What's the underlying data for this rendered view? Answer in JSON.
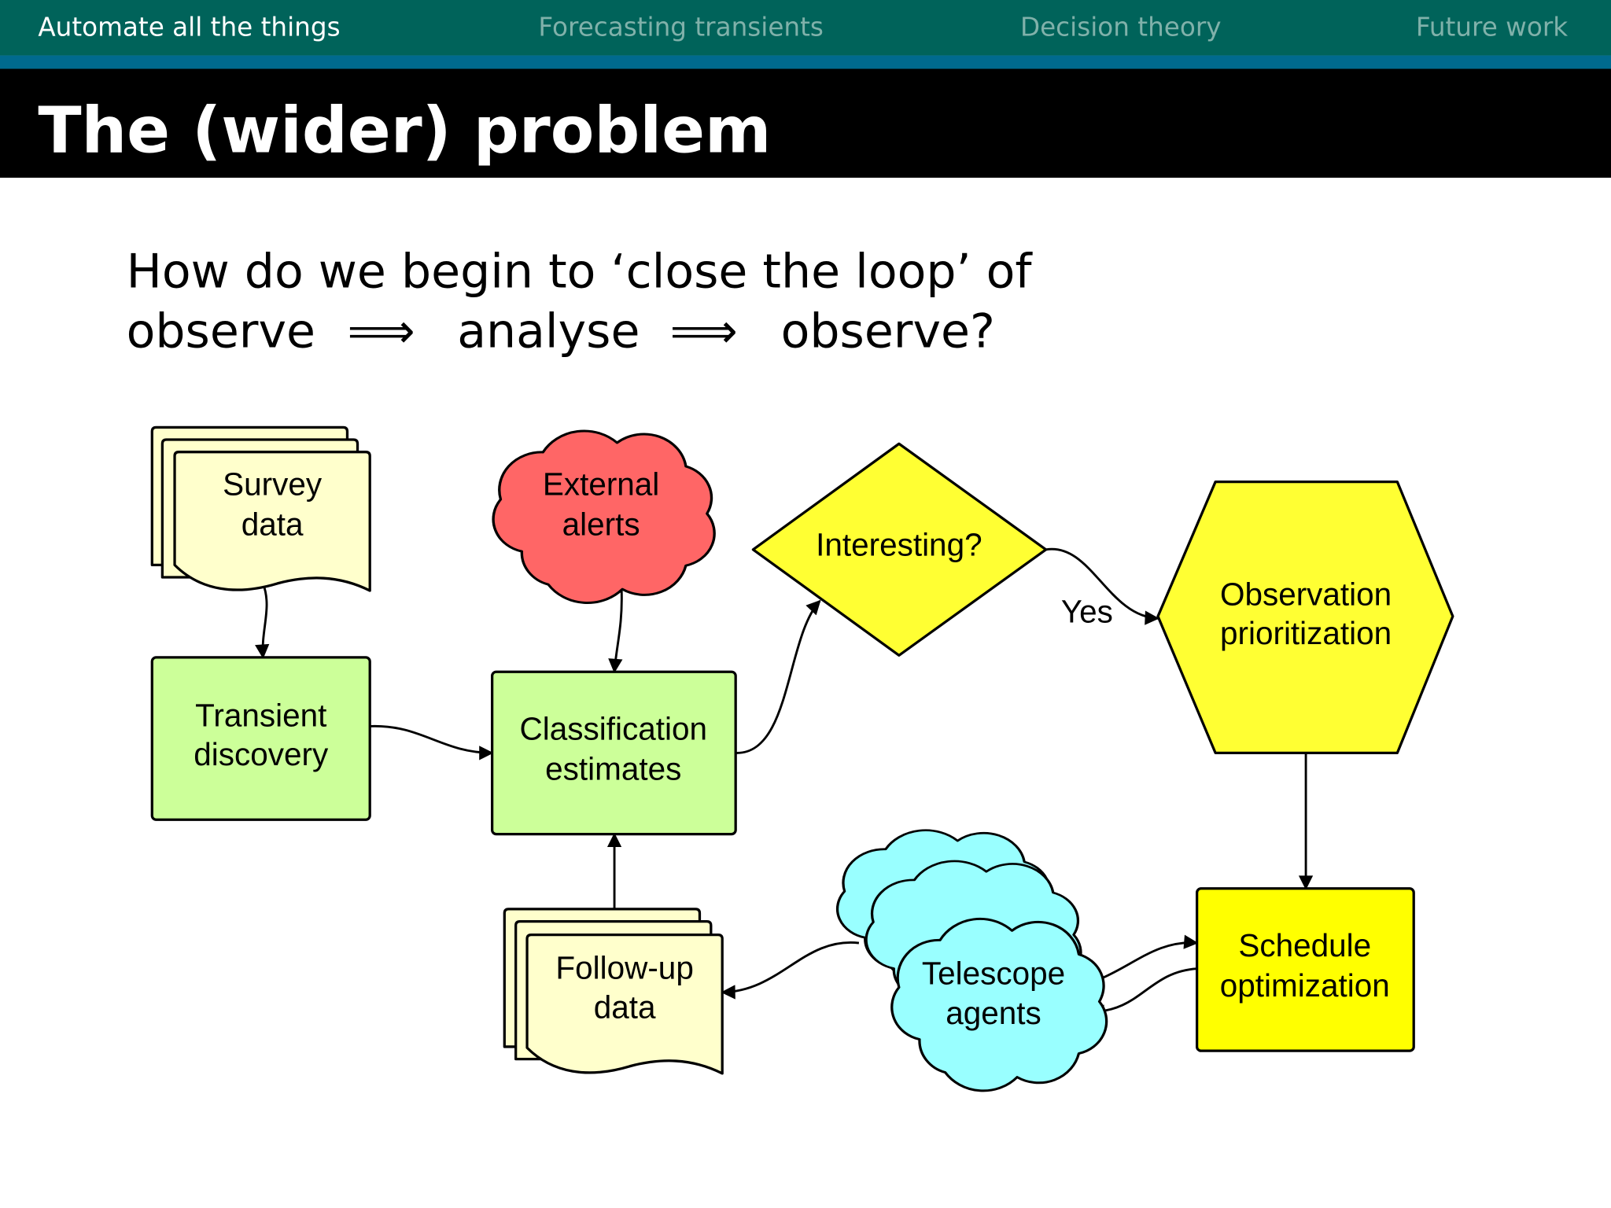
{
  "nav": {
    "items": [
      {
        "label": "Automate all the things",
        "active": true
      },
      {
        "label": "Forecasting transients",
        "active": false
      },
      {
        "label": "Decision theory",
        "active": false
      },
      {
        "label": "Future work",
        "active": false
      }
    ]
  },
  "slide": {
    "title": "The (wider) problem",
    "question_line1": "How do we begin to ‘close the loop’ of",
    "question_line2": {
      "w1": "observe",
      "arrow1": "⟹",
      "w2": "analyse",
      "arrow2": "⟹",
      "w3": "observe?"
    }
  },
  "diagram": {
    "survey_data": [
      "Survey",
      "data"
    ],
    "external_alerts": [
      "External",
      "alerts"
    ],
    "interesting": "Interesting?",
    "observation_prioritization": [
      "Observation",
      "prioritization"
    ],
    "transient_discovery": [
      "Transient",
      "discovery"
    ],
    "classification_estimates": [
      "Classification",
      "estimates"
    ],
    "schedule_optimization": [
      "Schedule",
      "optimization"
    ],
    "telescope_agents": [
      "Telescope",
      "agents"
    ],
    "followup_data": [
      "Follow-up",
      "data"
    ],
    "yes_label": "Yes"
  },
  "colors": {
    "nav_bg": "#00635a",
    "stripe": "#006a8e",
    "title_bg": "#000000",
    "doc_fill": "#ffffcc",
    "process_fill": "#ccff99",
    "alert_fill": "#ff6666",
    "decision_fill": "#ffff33",
    "schedule_fill": "#ffff00",
    "agent_fill": "#99ffff"
  }
}
